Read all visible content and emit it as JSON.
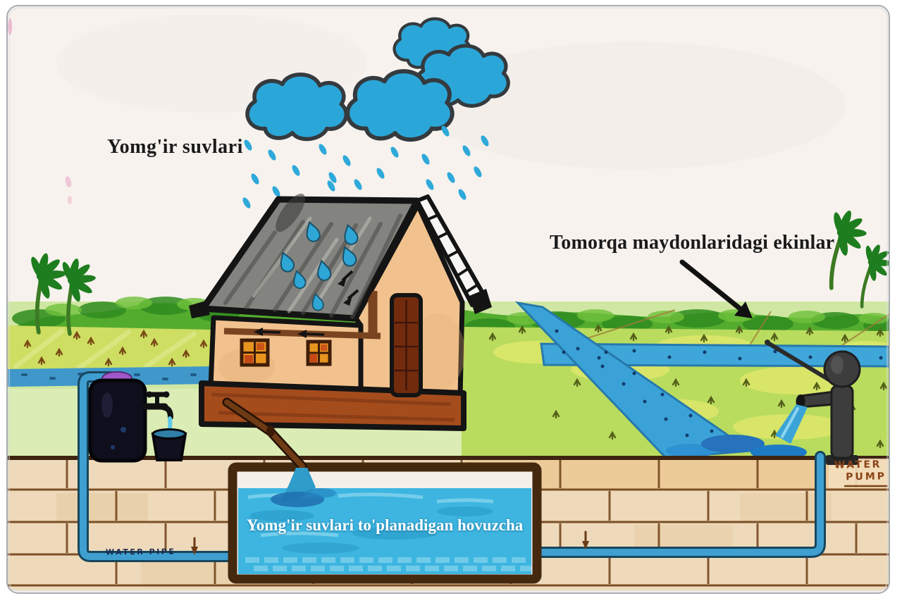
{
  "labels": {
    "rain_water": "Yomg'ir suvlari",
    "crops": "Tomorqa maydonlaridagi ekinlar",
    "pool": "Yomg'ir suvlari to'planadigan hovuzcha",
    "water_pump_line1": "WATER",
    "water_pump_line2": "PUMP",
    "water_pipe": "WATER PIPE"
  },
  "colors": {
    "cloud_blue": "#2ba6d8",
    "rain_blue": "#2ea9da",
    "canal_blue": "#3ba2d8",
    "pool_water": "#3db5e0",
    "pipe_blue": "#3f9fd0",
    "house_wall": "#f1c28e",
    "roof_gray": "#83837f",
    "foundation_brown": "#a54c1d",
    "door_brown": "#722c0d",
    "window_orange": "#e8951f",
    "grass_green": "#cfe7a2",
    "hedge_green": "#53ac2e",
    "field_green": "#b9dc5e",
    "brick_tan": "#eedaba",
    "mortar_brown": "#6e4017",
    "tank_black": "#0e0e1c",
    "tank_cap_purple": "#a058c8",
    "pump_gray": "#3d3d3d",
    "label_black": "#1a1a1a",
    "pump_label_brown": "#8a4216",
    "pipe_label_navy": "#1b2b50",
    "pool_label_white": "#ffffff"
  }
}
